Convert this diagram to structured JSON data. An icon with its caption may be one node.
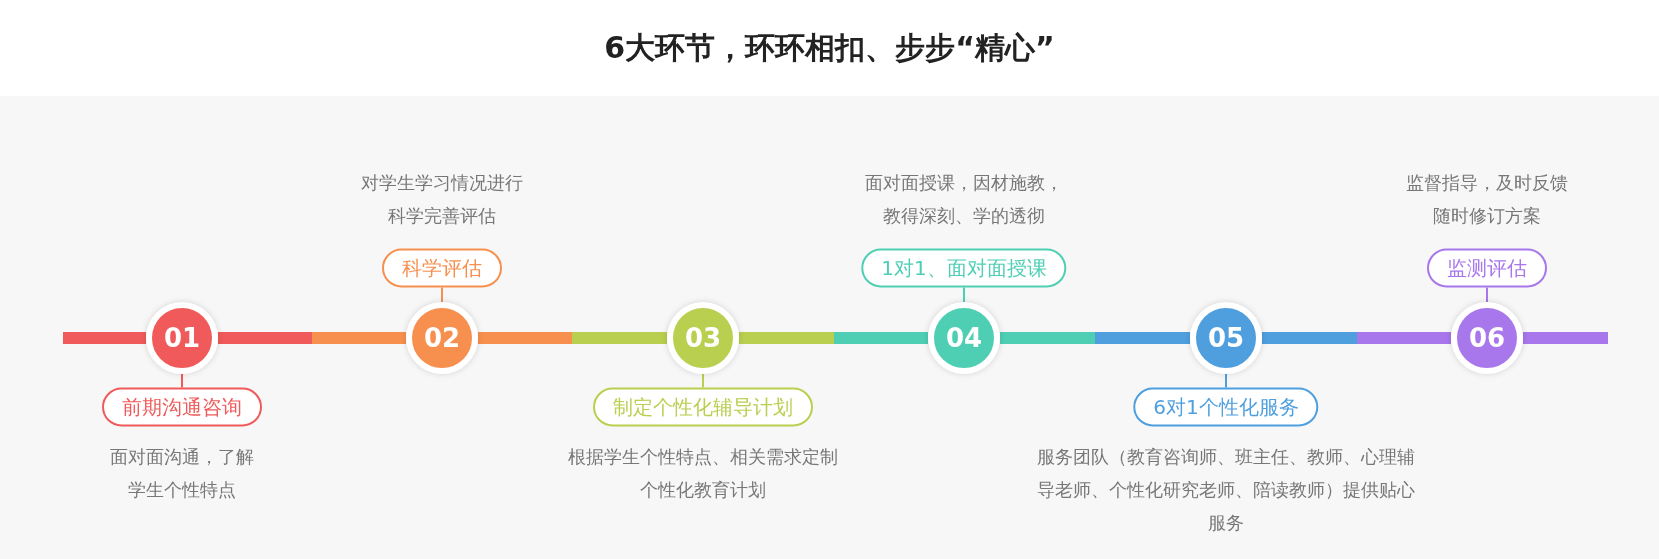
{
  "diagram": {
    "title": "6大环节，环环相扣、步步“精心”",
    "nodes": [
      {
        "text": [
          "01"
        ]
      },
      {
        "text": [
          "02"
        ]
      },
      {
        "text": [
          "03"
        ]
      },
      {
        "text": [
          "04"
        ]
      },
      {
        "text": [
          "05"
        ]
      },
      {
        "text": [
          "06"
        ]
      },
      {
        "text": [
          "前期沟通咨询"
        ],
        "beside": [
          "面对面沟通，了解学生个性特点"
        ]
      },
      {
        "text": [
          "科学评估"
        ],
        "beside": [
          "对学生学习情况进行科学完善评估"
        ]
      },
      {
        "text": [
          "制定个性化辅导计划"
        ],
        "beside": [
          "根据学生个性特点、相关需求定制个性化教育计划"
        ]
      },
      {
        "text": [
          "1对1、面对面授课"
        ],
        "beside": [
          "面对面授课，因材施教，教得深刻、学的透彻"
        ]
      },
      {
        "text": [
          "6对1个性化服务"
        ],
        "beside": [
          "服务团队（教育咨询师、班主任、教师、心理辅导老师、个性化研究老师、陪读教师）提供贴心服务"
        ]
      },
      {
        "text": [
          "监测评估"
        ],
        "beside": [
          "监督指导，及时反馈随时修订方案"
        ]
      }
    ],
    "edges": [
      {
        "from": 0,
        "to": 1,
        "arrow": "none",
        "color": "#f05a5a"
      },
      {
        "from": 1,
        "to": 2,
        "arrow": "none",
        "color": "#f7904f"
      },
      {
        "from": 2,
        "to": 3,
        "arrow": "none",
        "color": "#b9cf4f"
      },
      {
        "from": 3,
        "to": 4,
        "arrow": "none",
        "color": "#4ecfb4"
      },
      {
        "from": 4,
        "to": 5,
        "arrow": "none",
        "color": "#4f9fdf"
      },
      {
        "from": 0,
        "to": 6,
        "arrow": "none",
        "color": "#f05a5a"
      },
      {
        "from": 1,
        "to": 7,
        "arrow": "none",
        "color": "#f7904f"
      },
      {
        "from": 2,
        "to": 8,
        "arrow": "none",
        "color": "#b9cf4f"
      },
      {
        "from": 3,
        "to": 9,
        "arrow": "none",
        "color": "#4ecfb4"
      },
      {
        "from": 4,
        "to": 10,
        "arrow": "none",
        "color": "#4f9fdf"
      },
      {
        "from": 5,
        "to": 11,
        "arrow": "none",
        "color": "#a877ec"
      }
    ]
  }
}
